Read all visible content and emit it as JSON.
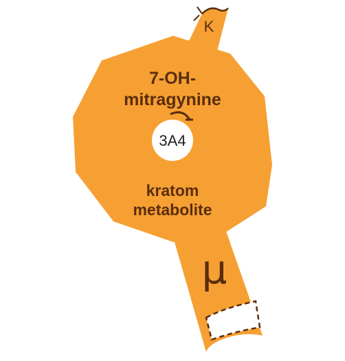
{
  "diagram": {
    "molecule_name_line1": "7-OH-",
    "molecule_name_line2": "mitragynine",
    "enzyme_label": "3A4",
    "description_line1": "kratom",
    "description_line2": "metabolite",
    "top_receptor_label": "K",
    "bottom_receptor_label": "μ",
    "colors": {
      "fill": "#f6a033",
      "stroke": "#5a2d0c",
      "text": "#5a2d0c",
      "enzyme_circle": "#ffffff"
    }
  }
}
